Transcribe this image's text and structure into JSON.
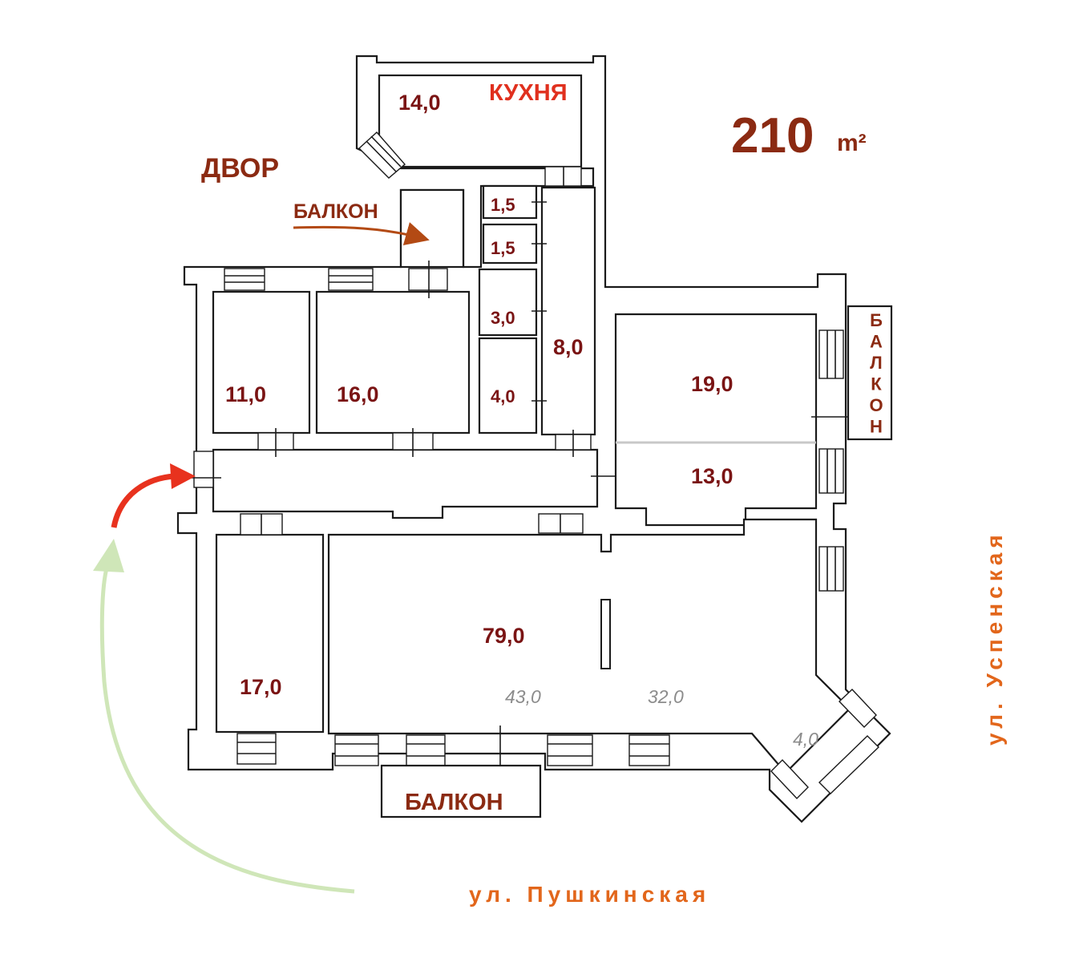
{
  "total_area": {
    "value": "210",
    "unit": "m²"
  },
  "labels": {
    "yard": "ДВОР",
    "kitchen": "КУХНЯ",
    "balcony_yard": "БАЛКОН",
    "balcony_right": "БАЛКОН",
    "balcony_bottom": "БАЛКОН"
  },
  "rooms": {
    "kitchen": "14,0",
    "storage_1": "1,5",
    "storage_2": "1,5",
    "storage_3": "3,0",
    "storage_4": "4,0",
    "corridor": "8,0",
    "room_11": "11,0",
    "room_16": "16,0",
    "room_19": "19,0",
    "room_13": "13,0",
    "room_17": "17,0",
    "hall": "79,0",
    "hall_left": "43,0",
    "hall_right": "32,0",
    "bay": "4,0"
  },
  "streets": {
    "bottom": "ул. Пушкинская",
    "right": "ул. Успенская"
  },
  "colors": {
    "area_numbers": "#7a1414",
    "label_red": "#e0301e",
    "label_brown": "#8b2a12",
    "street": "#e2661b",
    "arrow_red": "#e8321e",
    "arrow_green": "#cfe6b8",
    "arrow_brown": "#b34a14"
  }
}
